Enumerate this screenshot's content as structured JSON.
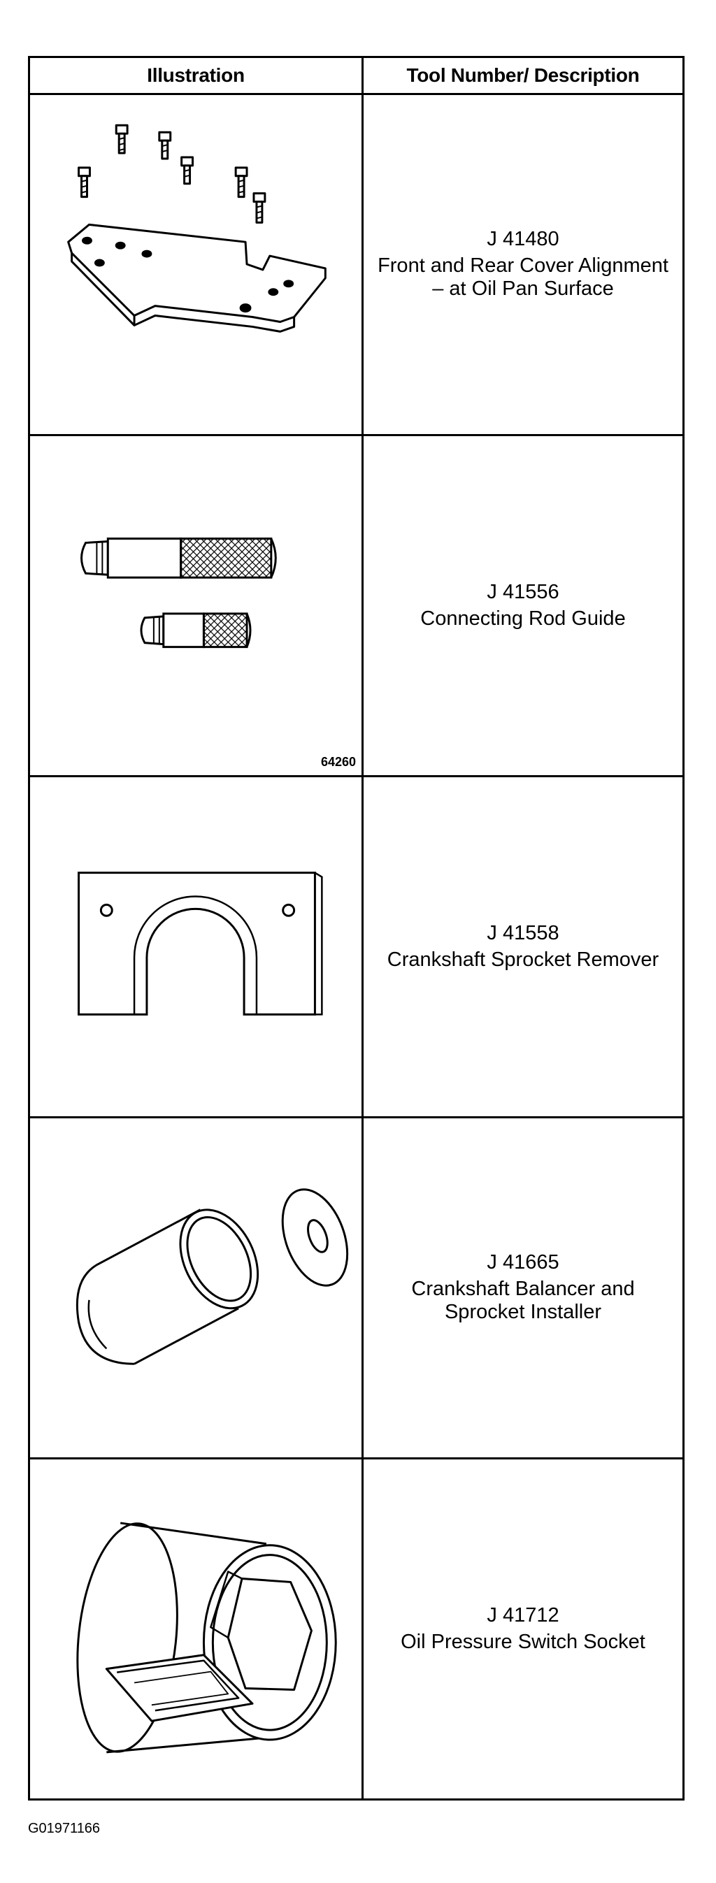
{
  "header": {
    "illustration": "Illustration",
    "description": "Tool Number/ Description"
  },
  "tools": [
    {
      "number": "J 41480",
      "description": "Front and Rear Cover Alignment – at Oil Pan Surface",
      "icon": "alignment-plate-with-bolts",
      "ref": ""
    },
    {
      "number": "J 41556",
      "description": "Connecting Rod Guide",
      "icon": "connecting-rod-guides",
      "ref": "64260"
    },
    {
      "number": "J 41558",
      "description": "Crankshaft Sprocket Remover",
      "icon": "sprocket-remover-plate",
      "ref": ""
    },
    {
      "number": "J 41665",
      "description": "Crankshaft Balancer and Sprocket Installer",
      "icon": "balancer-installer-sleeve-washer",
      "ref": ""
    },
    {
      "number": "J 41712",
      "description": "Oil Pressure Switch Socket",
      "icon": "hex-socket",
      "ref": ""
    }
  ],
  "figure_code": "G01971166"
}
